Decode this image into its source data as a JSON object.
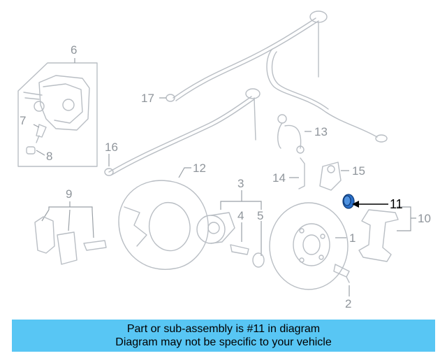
{
  "diagram": {
    "callouts": {
      "c1": "1",
      "c2": "2",
      "c3": "3",
      "c4": "4",
      "c5": "5",
      "c6": "6",
      "c7": "7",
      "c8": "8",
      "c9": "9",
      "c10": "10",
      "c11": "11",
      "c12": "12",
      "c13": "13",
      "c14": "14",
      "c15": "15",
      "c16": "16",
      "c17": "17"
    },
    "highlighted_callout": "11",
    "highlight_color": "#2a6fc9"
  },
  "banner": {
    "line1": "Part or sub-assembly is #11 in diagram",
    "line2": "Diagram may not be specific to your vehicle",
    "background": "#58c6f4"
  }
}
